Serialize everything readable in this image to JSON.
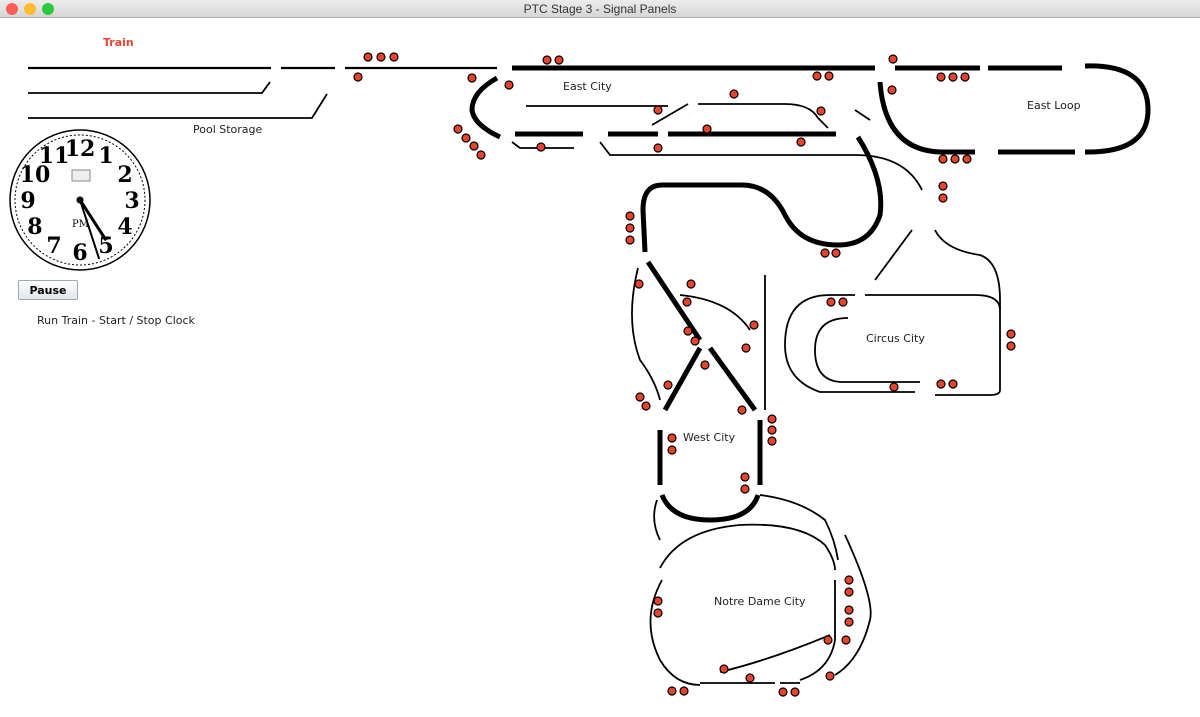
{
  "window": {
    "title": "PTC Stage 3 - Signal Panels"
  },
  "train_label": "Train",
  "labels": {
    "pool_storage": "Pool Storage",
    "east_city": "East City",
    "east_loop": "East Loop",
    "circus_city": "Circus City",
    "west_city": "West City",
    "notre_dame_city": "Notre Dame City"
  },
  "clock": {
    "numerals": [
      "12",
      "1",
      "2",
      "3",
      "4",
      "5",
      "6",
      "7",
      "8",
      "9",
      "10",
      "11"
    ],
    "ampm": "PM",
    "hour": 4.9,
    "minute": 27
  },
  "controls": {
    "pause_label": "Pause",
    "run_train_text": "Run Train - Start / Stop Clock"
  },
  "colors": {
    "signal": "#e8442c",
    "track": "#000000",
    "train_label": "#ee4433"
  }
}
